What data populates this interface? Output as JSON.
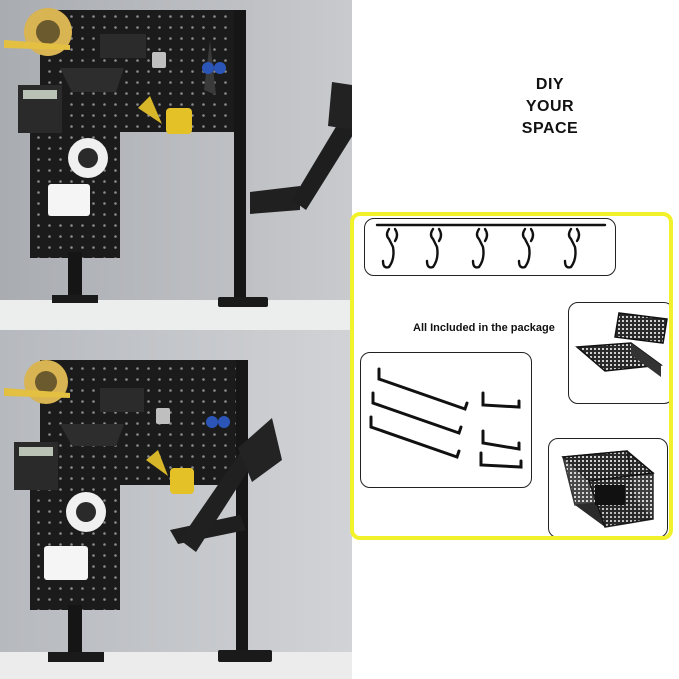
{
  "headline": {
    "line1": "DIY",
    "line2": "YOUR",
    "line3": "SPACE"
  },
  "package": {
    "included_label": "All Included in the package"
  },
  "colors": {
    "panel_border": "#f2f22a",
    "pegboard": "#1a1a1a",
    "wall": "#b9bcc1",
    "desk": "#e9eaec"
  }
}
